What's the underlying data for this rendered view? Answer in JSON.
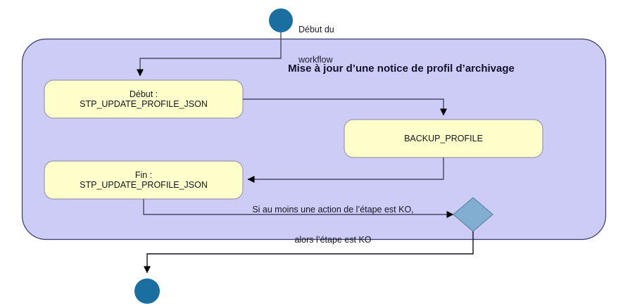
{
  "diagram": {
    "type": "uml-activity-diagram",
    "title": "Mise à jour d’une notice de profil d’archivage",
    "colors": {
      "frame_fill": "#ccccf7",
      "frame_border": "#2b2b5e",
      "node_fill": "#ffffcc",
      "node_border": "#9a9ab0",
      "start_end_node": "#1a6ea0",
      "decision_fill": "#82aed2",
      "decision_border": "#5a7f9e",
      "edge": "#474766",
      "text": "#141420"
    },
    "start_node": {
      "name": "start-node",
      "label_line1": "Début du",
      "label_line2": "workflow"
    },
    "end_node": {
      "name": "end-node",
      "label": ""
    },
    "decision_node": {
      "name": "decision-diamond",
      "label": ""
    },
    "nodes": [
      {
        "id": "step-start",
        "line1": "Début :",
        "line2": "STP_UPDATE_PROFILE_JSON"
      },
      {
        "id": "backup-profile",
        "line1": "BACKUP_PROFILE",
        "line2": ""
      },
      {
        "id": "step-end",
        "line1": "Fin :",
        "line2": "STP_UPDATE_PROFILE_JSON"
      }
    ],
    "edge_notes": [
      {
        "id": "ko-note",
        "line1": "Si au moins une action de l’étape est KO,",
        "line2": "alors l’étape est KO"
      }
    ]
  }
}
